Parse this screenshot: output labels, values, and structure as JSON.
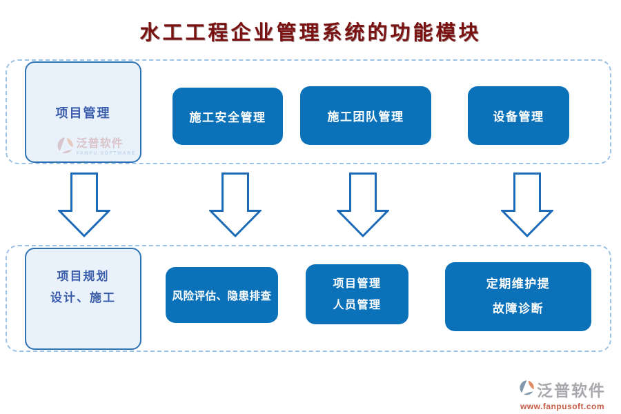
{
  "title": "水工工程企业管理系统的功能模块",
  "colors": {
    "title_color": "#7b1212",
    "button_bg": "#0b72b9",
    "button_text": "#ffffff",
    "box_bg": "#e9f1fb",
    "box_border": "#2e74b5",
    "box_text": "#3a5dab",
    "container_border": "#9cc2e5",
    "arrow_stroke": "#1c6bb8",
    "footer_text": "#a7a9ac",
    "footer_url": "#c75b45",
    "logo_gray": "#8498ad",
    "logo_salmon": "#e08a64"
  },
  "top_row": {
    "category_box": {
      "label": "项目管理"
    },
    "modules": [
      {
        "label": "施工安全管理"
      },
      {
        "label": "施工团队管理"
      },
      {
        "label": "设备管理"
      }
    ]
  },
  "bottom_row": {
    "category_box": {
      "lines": [
        "项目规划",
        "设计、施工"
      ]
    },
    "modules": [
      {
        "lines": [
          "风险评估、隐患排查"
        ]
      },
      {
        "lines": [
          "项目管理",
          "人员管理"
        ]
      },
      {
        "lines": [
          "定期维护提",
          "故障诊断"
        ]
      }
    ]
  },
  "watermark": {
    "brand": "泛普软件",
    "brand_en": "FANPU SOFTWARE"
  },
  "footer": {
    "brand": "泛普软件",
    "url": "www.fanpusoft.com"
  }
}
